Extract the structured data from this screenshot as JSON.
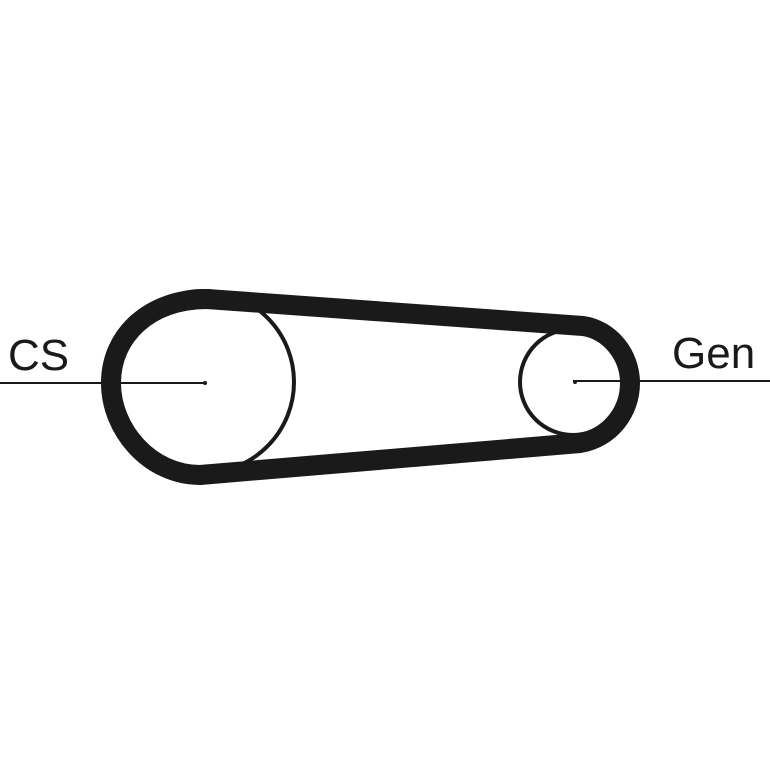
{
  "diagram": {
    "pulleys": [
      {
        "id": "crankshaft",
        "label": "CS"
      },
      {
        "id": "generator",
        "label": "Gen"
      }
    ],
    "colors": {
      "belt": "#1a1a1a",
      "pulley": "#1a1a1a",
      "background": "#ffffff"
    }
  }
}
